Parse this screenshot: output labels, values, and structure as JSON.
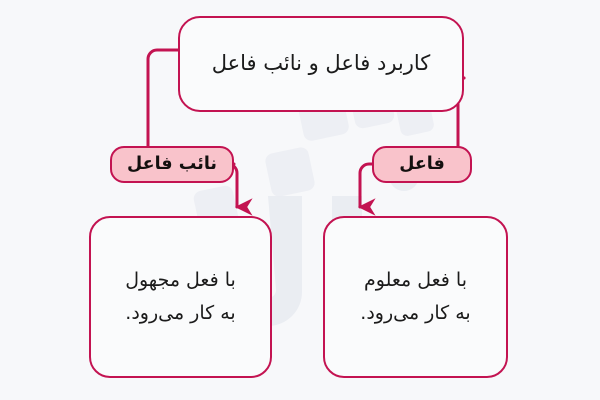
{
  "diagram": {
    "type": "tree",
    "direction": "rtl",
    "title_node": {
      "label": "کاربرد فاعل و نائب فاعل"
    },
    "branches": [
      {
        "id": "faael",
        "label": "فاعل",
        "leaf": "با فعل معلوم\nبه کار می‌رود."
      },
      {
        "id": "naeb-faael",
        "label": "نائب فاعل",
        "leaf": "با فعل مجهول\nبه کار می‌رود."
      }
    ],
    "colors": {
      "background": "#f7f8fa",
      "border": "#c31351",
      "branch_fill": "#f9c3cb",
      "node_fill": "#fafbfc",
      "text": "#1b1b1b",
      "connector": "#c31351"
    }
  }
}
